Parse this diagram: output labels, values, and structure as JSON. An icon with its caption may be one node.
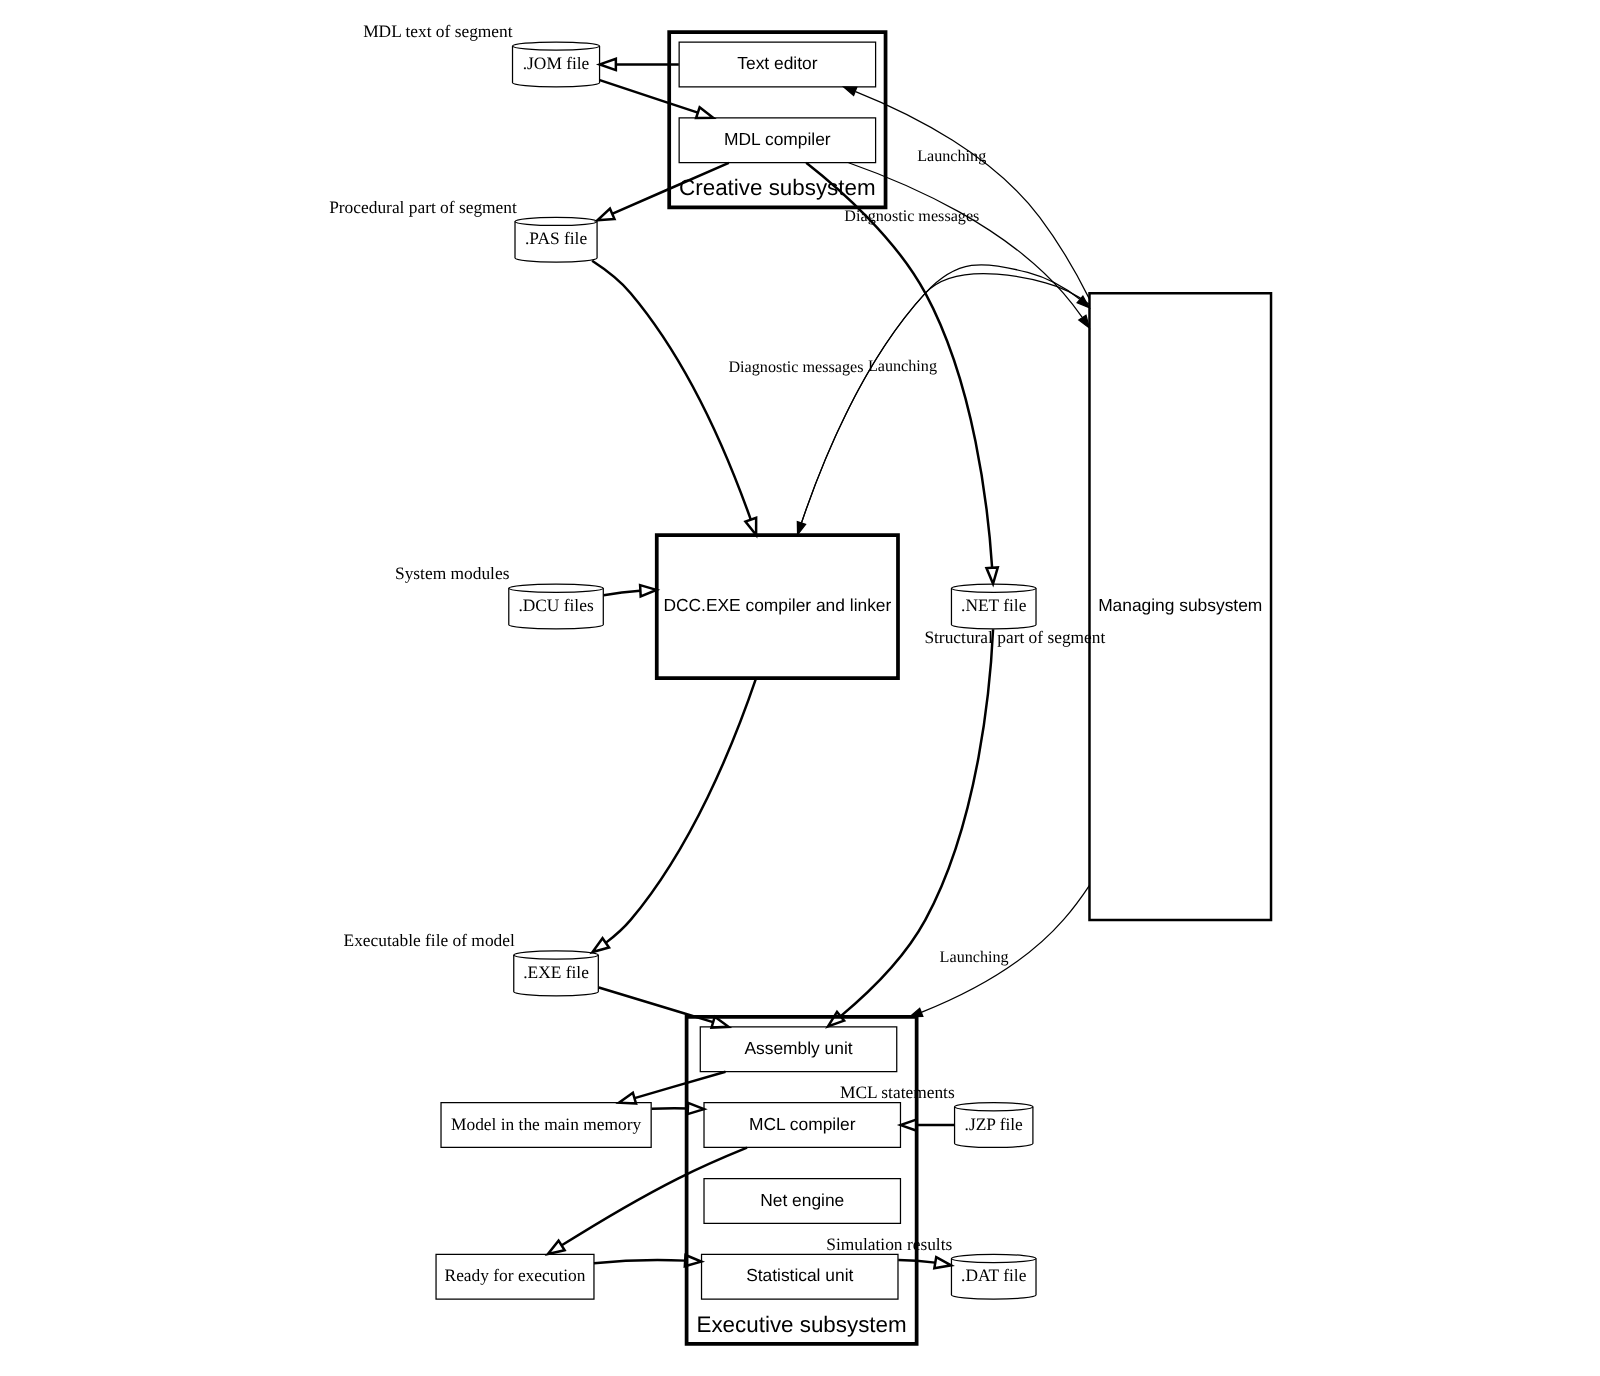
{
  "diagram": {
    "nodes": [
      {
        "text": [
          "Creative subsystem"
        ]
      },
      {
        "text": [
          "Text editor"
        ],
        "in": 0
      },
      {
        "text": [
          "MDL compiler"
        ],
        "in": 0
      },
      {
        "text": [
          "DCC.EXE compiler and linker"
        ]
      },
      {
        "text": [
          "Executive subsystem"
        ]
      },
      {
        "text": [
          "Assembly unit"
        ],
        "in": 4
      },
      {
        "text": [
          "MCL compiler"
        ],
        "in": 4
      },
      {
        "text": [
          "Net engine"
        ],
        "in": 4
      },
      {
        "text": [
          "Statistical unit"
        ],
        "in": 4
      },
      {
        "text": [
          "Managing subsystem"
        ]
      },
      {
        "text": [
          ".JOM file"
        ],
        "beside": [
          "MDL text of segment"
        ]
      },
      {
        "text": [
          ".PAS file"
        ],
        "beside": [
          "Procedural part of segment"
        ]
      },
      {
        "text": [
          ".DCU files"
        ],
        "beside": [
          "System modules"
        ]
      },
      {
        "text": [
          ".EXE file"
        ],
        "beside": [
          "Executable file of model"
        ]
      },
      {
        "text": [
          ".NET file"
        ],
        "beside": [
          "Structural part of segment"
        ]
      },
      {
        "text": [
          "Model in the main memory"
        ]
      },
      {
        "text": [
          "Ready for execution"
        ]
      },
      {
        "text": [
          ".JZP file"
        ],
        "beside": [
          "MCL statements"
        ]
      },
      {
        "text": [
          ".DAT file"
        ],
        "beside": [
          "Simulation results"
        ]
      }
    ],
    "edges": [
      {
        "from": 1,
        "to": 10,
        "arrow": "to"
      },
      {
        "from": 10,
        "to": 2,
        "arrow": "to"
      },
      {
        "from": 2,
        "to": 11,
        "arrow": "to"
      },
      {
        "from": 11,
        "to": 3,
        "arrow": "to"
      },
      {
        "from": 12,
        "to": 3,
        "arrow": "to"
      },
      {
        "from": 3,
        "to": 13,
        "arrow": "to"
      },
      {
        "from": 13,
        "to": 5,
        "arrow": "to"
      },
      {
        "from": 2,
        "to": 14,
        "arrow": "to"
      },
      {
        "from": 14,
        "to": 5,
        "arrow": "to"
      },
      {
        "from": 5,
        "to": 15,
        "arrow": "to"
      },
      {
        "from": 15,
        "to": 6,
        "arrow": "to"
      },
      {
        "from": 6,
        "to": 16,
        "arrow": "to"
      },
      {
        "from": 16,
        "to": 8,
        "arrow": "to"
      },
      {
        "from": 17,
        "to": 6,
        "arrow": "to"
      },
      {
        "from": 8,
        "to": 18,
        "arrow": "to"
      },
      {
        "from": 9,
        "to": 1,
        "arrow": "to",
        "label": "Launching"
      },
      {
        "from": 2,
        "to": 9,
        "arrow": "to",
        "label": "Diagnostic messages"
      },
      {
        "from": 9,
        "to": 3,
        "arrow": "to",
        "label": "Launching"
      },
      {
        "from": 3,
        "to": 9,
        "arrow": "to",
        "label": "Diagnostic messages"
      },
      {
        "from": 9,
        "to": 4,
        "arrow": "to",
        "label": "Launching"
      }
    ]
  }
}
